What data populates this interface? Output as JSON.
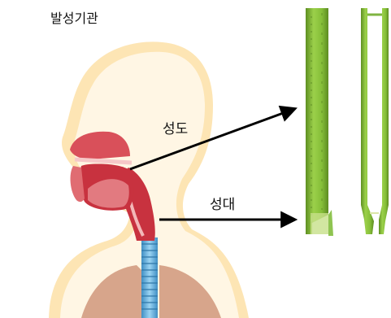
{
  "title": "발성기관",
  "labels": {
    "vocal_tract": "성도",
    "vocal_folds": "성대"
  },
  "colors": {
    "body_glow": "#fde7b8",
    "body_fill": "#fff6e2",
    "oral_cavity": "#d9505a",
    "larynx": "#c9323e",
    "trachea": "#6fb7de",
    "lungs": "#d4a58c",
    "tube": "#8cc63f",
    "arrow": "#000000"
  }
}
